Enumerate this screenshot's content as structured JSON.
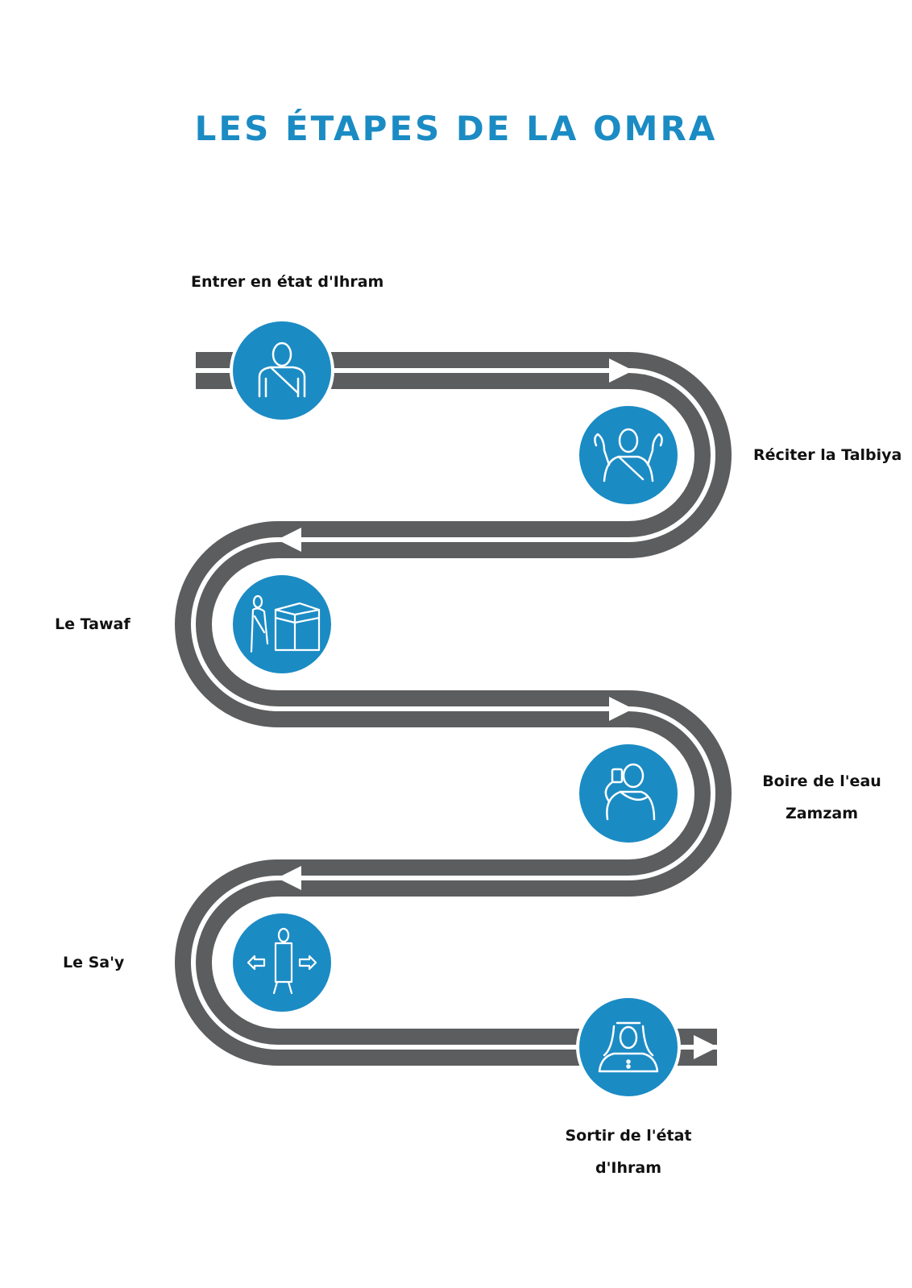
{
  "title": "LES ÉTAPES DE LA OMRA",
  "colors": {
    "accent": "#1b8bc4",
    "road": "#5c5d5e",
    "road_line": "#ffffff"
  },
  "steps": [
    {
      "label_lines": [
        "Entrer en état d'Ihram"
      ],
      "icon": "person-ihram-icon"
    },
    {
      "label_lines": [
        "Réciter la Talbiya"
      ],
      "icon": "raised-hands-praying-icon"
    },
    {
      "label_lines": [
        "Le Tawaf"
      ],
      "icon": "kaaba-pilgrim-icon"
    },
    {
      "label_lines": [
        "Boire de l'eau",
        "Zamzam"
      ],
      "icon": "drinking-water-icon"
    },
    {
      "label_lines": [
        "Le Sa'y"
      ],
      "icon": "walking-back-forth-icon"
    },
    {
      "label_lines": [
        "Sortir de l'état",
        "d'Ihram"
      ],
      "icon": "man-headdress-icon"
    }
  ]
}
